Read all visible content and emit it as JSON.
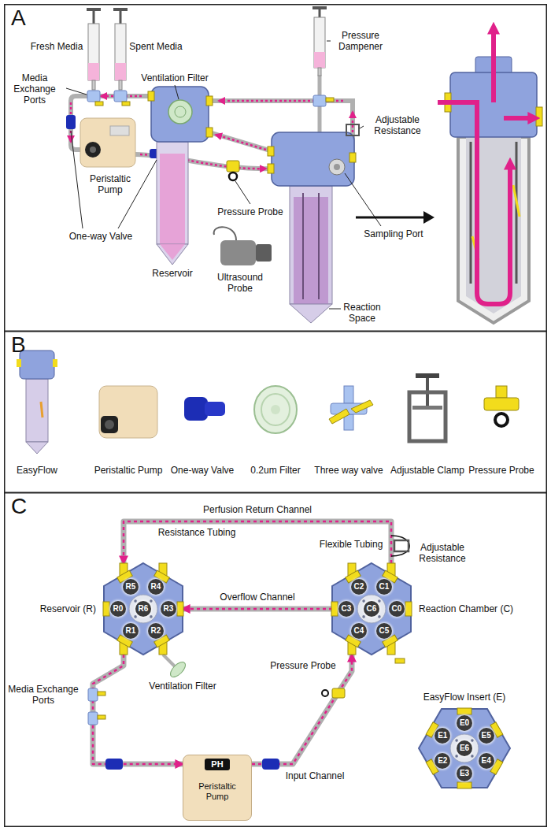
{
  "diagram": {
    "nodes": [
      {
        "text": [
          "A"
        ]
      },
      {
        "text": [
          "B"
        ]
      },
      {
        "text": [
          "C"
        ]
      },
      {
        "text": [
          "Reservoir (R)",
          "R6"
        ],
        "in": 2
      },
      {
        "text": [
          "Reaction Chamber (C)",
          "C6"
        ],
        "in": 2
      },
      {
        "text": [
          "PH",
          "Peristaltic Pump"
        ],
        "in": 2
      },
      {
        "text": [
          "EasyFlow Insert (E)",
          "E6"
        ],
        "in": 2
      }
    ],
    "edges": [
      {
        "from": 3,
        "to": 5,
        "arrow": "to"
      },
      {
        "from": 5,
        "to": 4,
        "label": "Input Channel",
        "arrow": "to"
      },
      {
        "from": 4,
        "to": 3,
        "label": "Overflow Channel",
        "arrow": "to"
      },
      {
        "from": 4,
        "to": 3,
        "label": "Perfusion Return Channel",
        "arrow": "to"
      }
    ],
    "labels": [
      "Fresh Media",
      "Spent Media",
      "Pressure Dampener",
      "Media Exchange Ports",
      "Ventilation Filter",
      "Adjustable Resistance",
      "Peristaltic Pump",
      "Pressure Probe",
      "Sampling Port",
      "One-way Valve",
      "Reservoir",
      "Ultrasound Probe",
      "Reaction Space",
      "EasyFlow",
      "Peristaltic Pump",
      "One-way Valve",
      "0.2um Filter",
      "Three way valve",
      "Adjustable Clamp",
      "Pressure Probe",
      "Resistance Tubing",
      "Flexible Tubing",
      "Adjustable Resistance",
      "R5",
      "R4",
      "C2",
      "C1",
      "R0",
      "R3",
      "C3",
      "C0",
      "R1",
      "R2",
      "C4",
      "C5",
      "Media Exchange Ports",
      "Ventilation Filter",
      "Pressure Probe",
      "E0",
      "E1",
      "E5",
      "E2",
      "E4",
      "E3"
    ]
  }
}
